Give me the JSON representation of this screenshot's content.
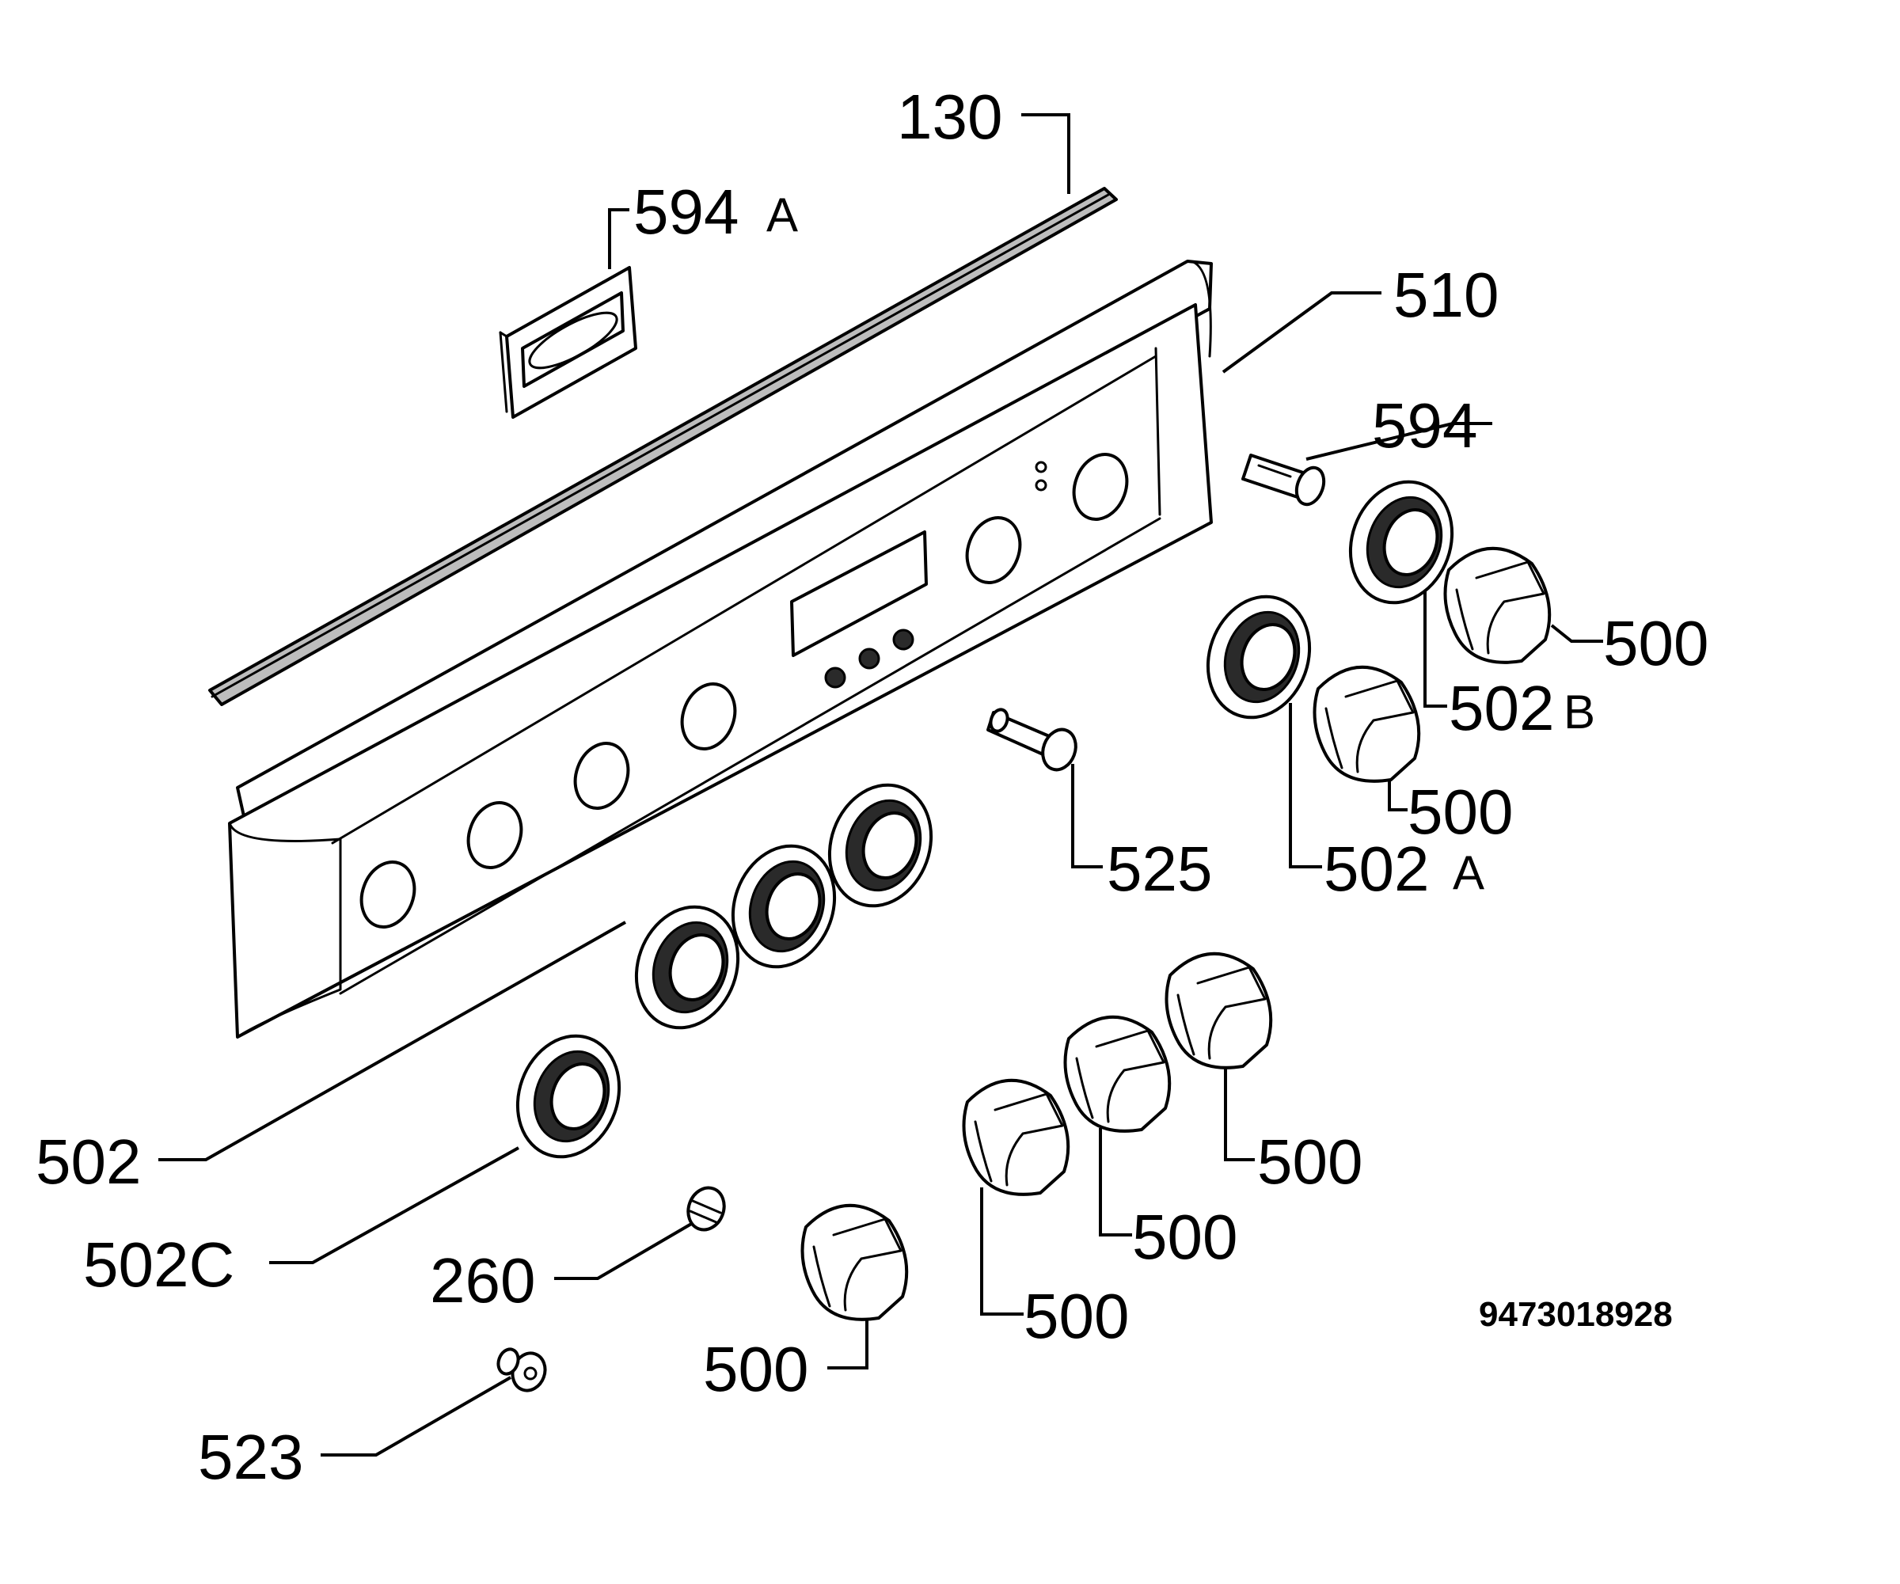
{
  "labels": {
    "l130": "130",
    "l594a": "594",
    "l594a_suffix": "A",
    "l510": "510",
    "l594": "594",
    "l500_a": "500",
    "l502b": "502",
    "l502b_suffix": "B",
    "l500_b": "500",
    "l525": "525",
    "l502a": "502",
    "l502a_suffix": "A",
    "l502": "502",
    "l502c": "502C",
    "l260": "260",
    "l500_c": "500",
    "l500_d": "500",
    "l500_e": "500",
    "l500_f": "500",
    "l523": "523"
  },
  "document_number": "9473018928",
  "colors": {
    "line": "#000000",
    "background": "#ffffff",
    "gasket_fill": "#bdbdbd",
    "dark_fill": "#2a2a2a"
  }
}
